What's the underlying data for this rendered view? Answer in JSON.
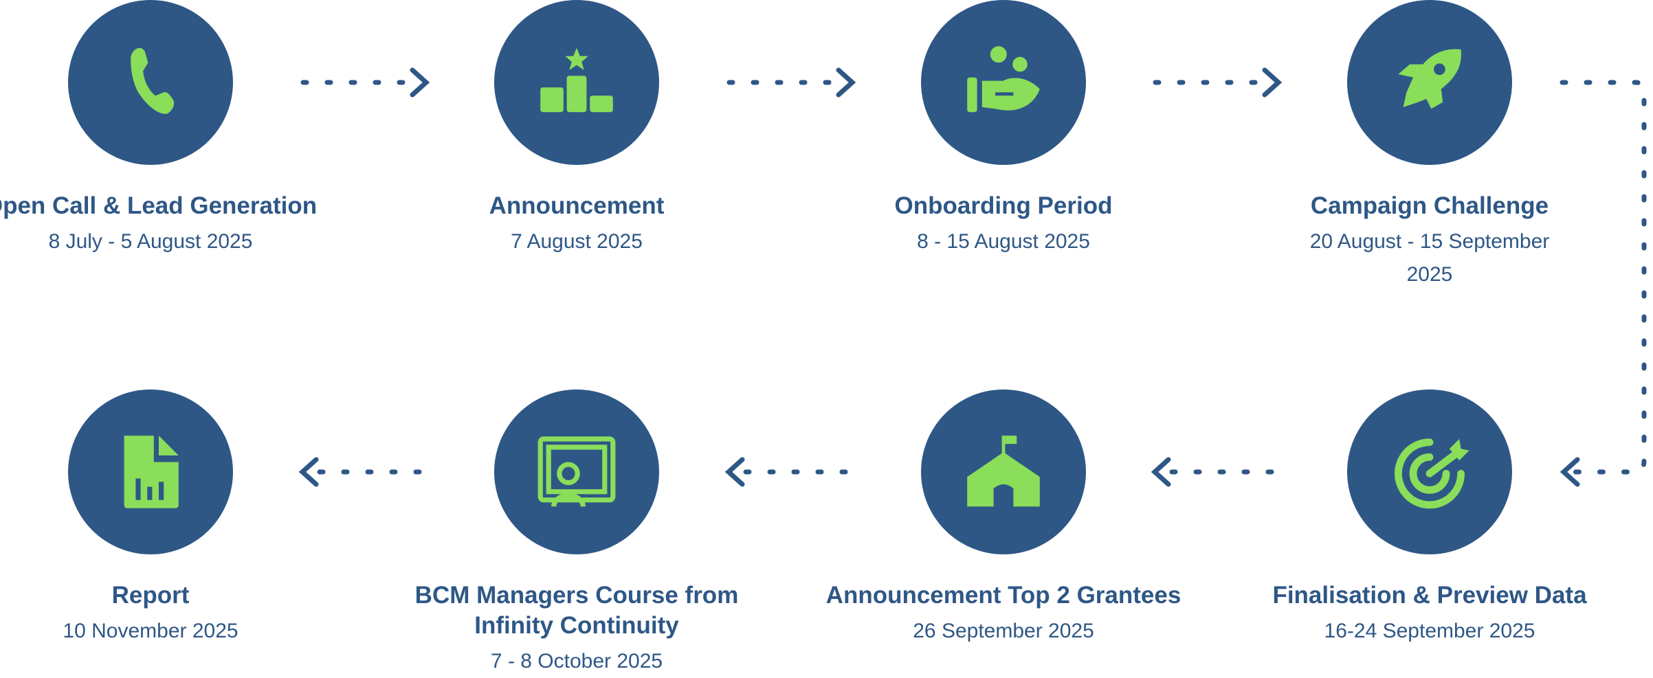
{
  "colors": {
    "circle": "#2e5786",
    "icon": "#8ade5a",
    "text": "#2e5786"
  },
  "steps": [
    {
      "title": "Open Call & Lead Generation",
      "date": "8 July - 5 August 2025",
      "icon": "phone-icon"
    },
    {
      "title": "Announcement",
      "date": "7 August 2025",
      "icon": "podium-star-icon"
    },
    {
      "title": "Onboarding Period",
      "date": "8 - 15 August 2025",
      "icon": "hand-people-icon"
    },
    {
      "title": "Campaign Challenge",
      "date": "20 August - 15 September 2025",
      "icon": "rocket-icon"
    },
    {
      "title": "Finalisation & Preview Data",
      "date": "16-24 September 2025",
      "icon": "target-icon"
    },
    {
      "title": "Announcement Top 2 Grantees",
      "date": "26 September 2025",
      "icon": "school-icon"
    },
    {
      "title": "BCM Managers Course from Infinity Continuity",
      "date": "7 - 8 October 2025",
      "icon": "certificate-person-icon"
    },
    {
      "title": "Report",
      "date": "10 November 2025",
      "icon": "report-chart-icon"
    }
  ]
}
